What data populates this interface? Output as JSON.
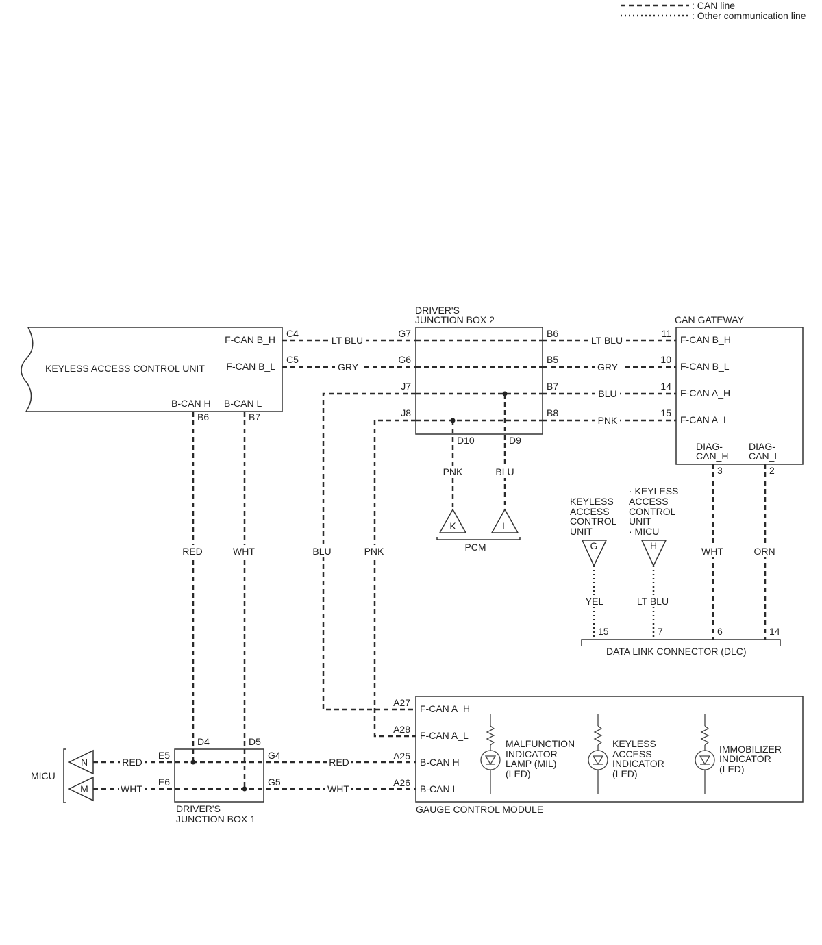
{
  "legend": {
    "can_line": ": CAN line",
    "other_line": ": Other communication line"
  },
  "kacu": {
    "title": "KEYLESS ACCESS CONTROL UNIT",
    "fcan_bh": "F-CAN B_H",
    "fcan_bl": "F-CAN B_L",
    "bcan_h": "B-CAN H",
    "bcan_l": "B-CAN L",
    "pin_c4": "C4",
    "pin_c5": "C5",
    "pin_b6": "B6",
    "pin_b7": "B7"
  },
  "djb2": {
    "title_line1": "DRIVER'S",
    "title_line2": "JUNCTION BOX 2",
    "pin_g7": "G7",
    "pin_g6": "G6",
    "pin_j7": "J7",
    "pin_j8": "J8",
    "pin_b6": "B6",
    "pin_b5": "B5",
    "pin_b7": "B7",
    "pin_b8": "B8",
    "pin_d10": "D10",
    "pin_d9": "D9"
  },
  "gateway": {
    "title": "CAN GATEWAY",
    "fcan_bh": "F-CAN B_H",
    "fcan_bl": "F-CAN B_L",
    "fcan_ah": "F-CAN A_H",
    "fcan_al": "F-CAN A_L",
    "diag_h_line1": "DIAG-",
    "diag_h_line2": "CAN_H",
    "diag_l_line1": "DIAG-",
    "diag_l_line2": "CAN_L",
    "pin_11": "11",
    "pin_10": "10",
    "pin_14": "14",
    "pin_15": "15",
    "pin_3": "3",
    "pin_2": "2"
  },
  "wires": {
    "lt_blu_left": "LT BLU",
    "gry_left": "GRY",
    "lt_blu_right": "LT BLU",
    "gry_right": "GRY",
    "blu_right": "BLU",
    "pnk_right": "PNK",
    "pnk_pcm": "PNK",
    "blu_pcm": "BLU",
    "red_vertical": "RED",
    "wht_vertical": "WHT",
    "blu_vertical": "BLU",
    "pnk_vertical": "PNK",
    "wht_dlc": "WHT",
    "orn_dlc": "ORN",
    "yel_dlc": "YEL",
    "lt_blu_dlc": "LT BLU",
    "red_micu": "RED",
    "wht_micu": "WHT",
    "red_gauge": "RED",
    "wht_gauge": "WHT"
  },
  "pcm": {
    "label": "PCM",
    "conn_k": "K",
    "conn_l": "L"
  },
  "dlc_inputs": {
    "kacu_line1": "KEYLESS",
    "kacu_line2": "ACCESS",
    "kacu_line3": "CONTROL",
    "kacu_line4": "UNIT",
    "conn_g": "G",
    "multi_line1": "· KEYLESS",
    "multi_line2": "ACCESS",
    "multi_line3": "CONTROL",
    "multi_line4": "UNIT",
    "multi_line5": "· MICU",
    "conn_h": "H"
  },
  "dlc": {
    "title": "DATA LINK CONNECTOR (DLC)",
    "pin_15": "15",
    "pin_7": "7",
    "pin_6": "6",
    "pin_14": "14"
  },
  "djb1": {
    "title_line1": "DRIVER'S",
    "title_line2": "JUNCTION BOX 1",
    "pin_d4": "D4",
    "pin_d5": "D5",
    "pin_e5": "E5",
    "pin_e6": "E6",
    "pin_g4": "G4",
    "pin_g5": "G5"
  },
  "micu": {
    "label": "MICU",
    "conn_n": "N",
    "conn_m": "M"
  },
  "gauge": {
    "title": "GAUGE CONTROL MODULE",
    "fcan_ah": "F-CAN A_H",
    "fcan_al": "F-CAN A_L",
    "bcan_h": "B-CAN H",
    "bcan_l": "B-CAN L",
    "pin_a27": "A27",
    "pin_a28": "A28",
    "pin_a25": "A25",
    "pin_a26": "A26",
    "mil_line1": "MALFUNCTION",
    "mil_line2": "INDICATOR",
    "mil_line3": "LAMP (MIL)",
    "mil_line4": "(LED)",
    "kai_line1": "KEYLESS",
    "kai_line2": "ACCESS",
    "kai_line3": "INDICATOR",
    "kai_line4": "(LED)",
    "imm_line1": "IMMOBILIZER",
    "imm_line2": "INDICATOR",
    "imm_line3": "(LED)"
  }
}
